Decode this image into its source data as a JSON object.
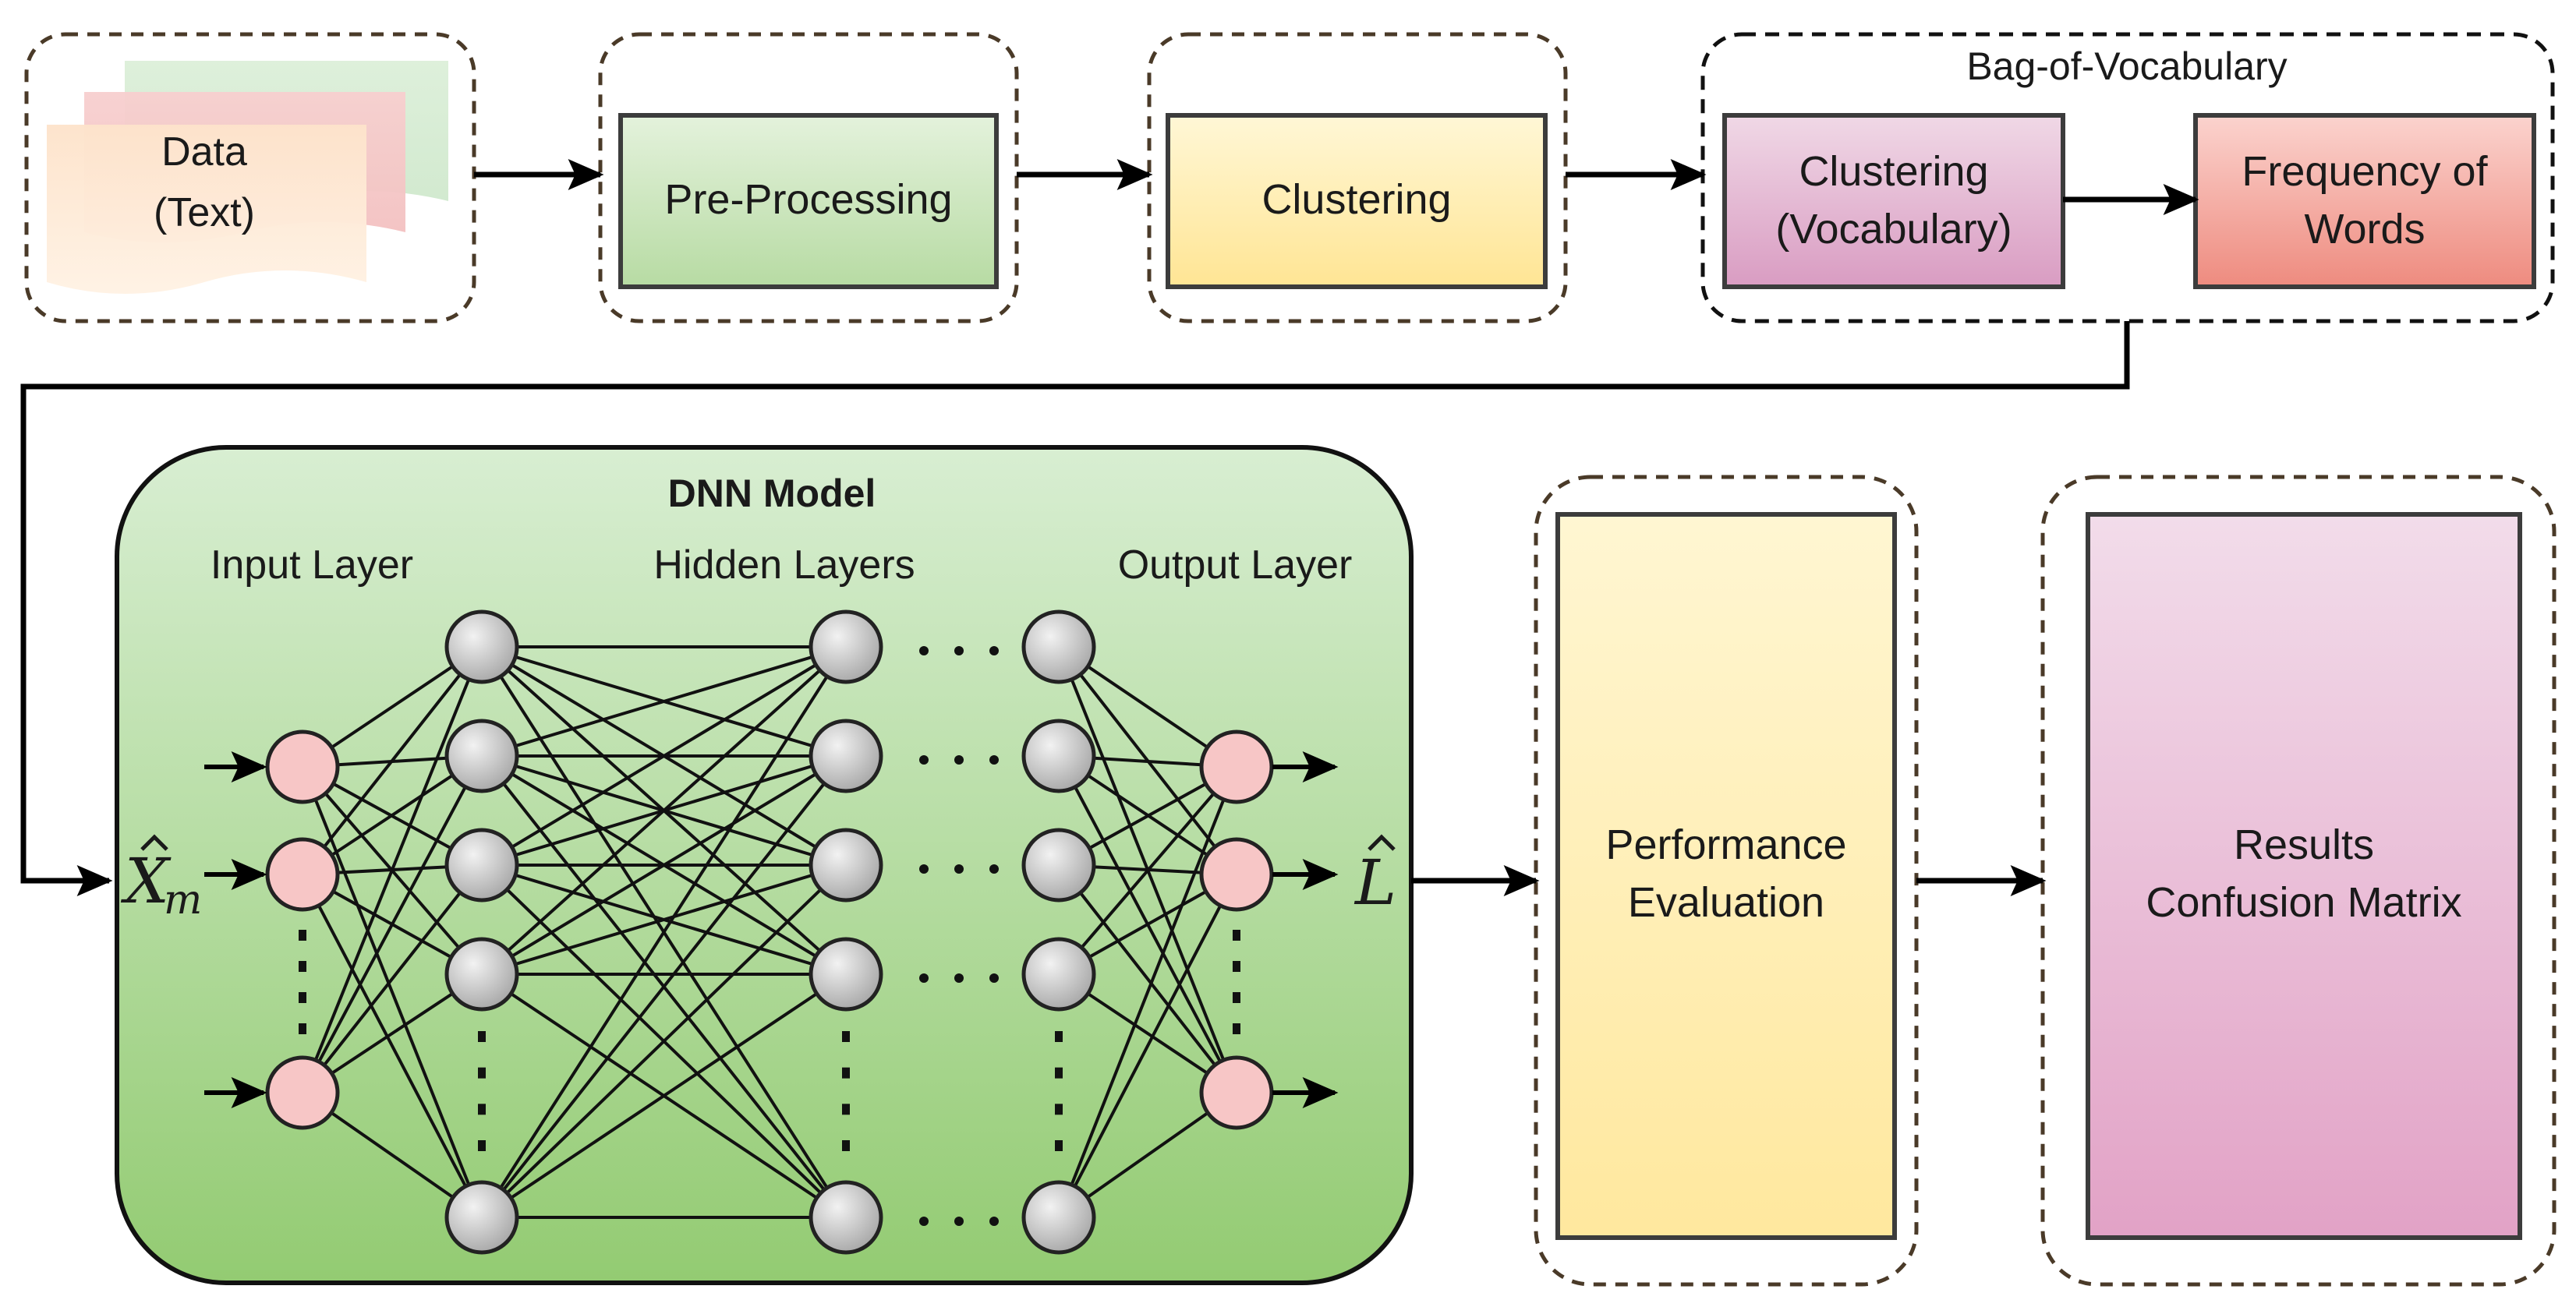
{
  "pipeline": {
    "data_label_line1": "Data",
    "data_label_line2": "(Text)",
    "preprocessing_label": "Pre-Processing",
    "clustering_label": "Clustering",
    "bov_title": "Bag-of-Vocabulary",
    "clustering_vocab_line1": "Clustering",
    "clustering_vocab_line2": "(Vocabulary)",
    "frequency_line1": "Frequency of",
    "frequency_line2": "Words"
  },
  "dnn": {
    "title": "DNN Model",
    "input_layer_label": "Input Layer",
    "hidden_layers_label": "Hidden Layers",
    "output_layer_label": "Output Layer",
    "input_symbol": "X",
    "input_subscript": "m",
    "output_symbol": "L"
  },
  "evaluation": {
    "line1": "Performance",
    "line2": "Evaluation"
  },
  "results": {
    "line1": "Results",
    "line2": "Confusion Matrix"
  },
  "colors": {
    "preprocessing": "#c6e3b5",
    "clustering": "#fff2c2",
    "clustering_vocab": "#e6b8d4",
    "frequency": "#f4a79d",
    "dnn_top": "#d6ecd0",
    "dnn_bottom": "#97cc77",
    "input_node": "#f7c9c9",
    "hidden_node": "#c8c8c8",
    "evaluation": "#fff0b8",
    "results": "#e8b8d2"
  }
}
